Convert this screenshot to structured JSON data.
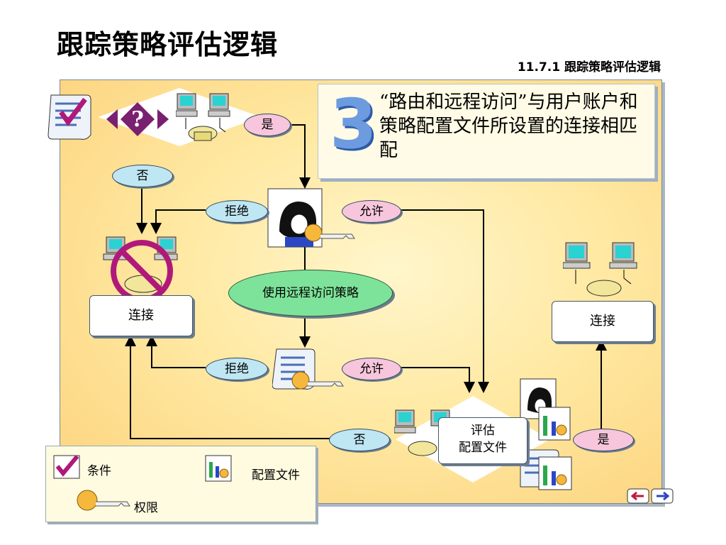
{
  "title": "跟踪策略评估逻辑",
  "subtitle": "11.7.1 跟踪策略评估逻辑",
  "note": {
    "number": "3",
    "text": "“路由和远程访问”与用户账户和策略配置文件所设置的连接相匹配"
  },
  "labels": {
    "yes_top": "是",
    "no_left": "否",
    "reject_top": "拒绝",
    "allow_top": "允许",
    "policy": "使用远程访问策略",
    "connect_left": "连接",
    "reject_bottom": "拒绝",
    "allow_bottom": "允许",
    "connect_right": "连接",
    "evaluate_line1": "评估",
    "evaluate_line2": "配置文件",
    "no_bottom": "否",
    "yes_bottom": "是"
  },
  "legend": {
    "condition": "条件",
    "permission": "权限",
    "profile": "配置文件"
  },
  "colors": {
    "pill_blue": "#bfe6f3",
    "pill_pink": "#f7c6dc",
    "policy_green": "#7ee39a",
    "panel": "#fce3a0"
  }
}
